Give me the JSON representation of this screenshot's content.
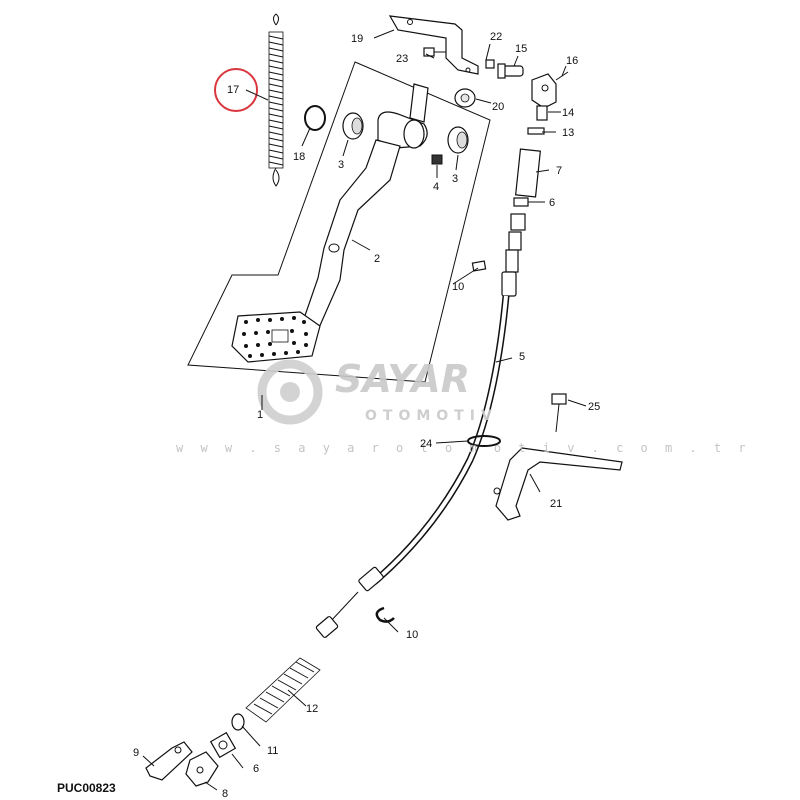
{
  "diagram": {
    "code": "PUC00823",
    "highlight_color": "#d9363e",
    "callouts": [
      "1",
      "2",
      "3",
      "3",
      "4",
      "5",
      "6",
      "6",
      "7",
      "8",
      "9",
      "10",
      "10",
      "11",
      "12",
      "13",
      "14",
      "15",
      "16",
      "17",
      "18",
      "19",
      "20",
      "21",
      "22",
      "23",
      "24",
      "25"
    ],
    "watermark": {
      "brand": "SAYAR",
      "sub": "OTOMOTIV",
      "url": "w w w . s a y a r o t o m o t i v . c o m . t r"
    }
  }
}
